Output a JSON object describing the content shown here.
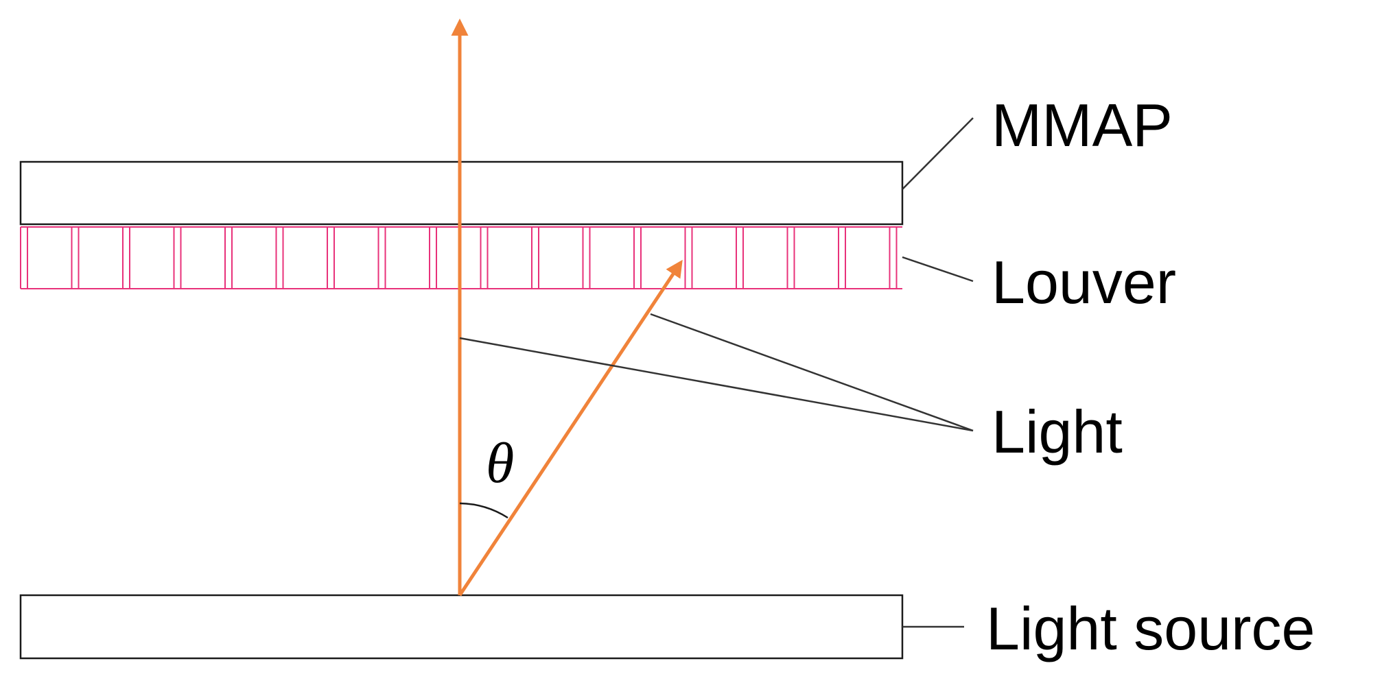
{
  "labels": {
    "mmap": "MMAP",
    "louver": "Louver",
    "light": "Light",
    "light_source": "Light source",
    "theta": "θ"
  },
  "colors": {
    "ray": "#F0833A",
    "louver": "#E8317A",
    "outline": "#1A1A1A",
    "leader": "#333333"
  }
}
